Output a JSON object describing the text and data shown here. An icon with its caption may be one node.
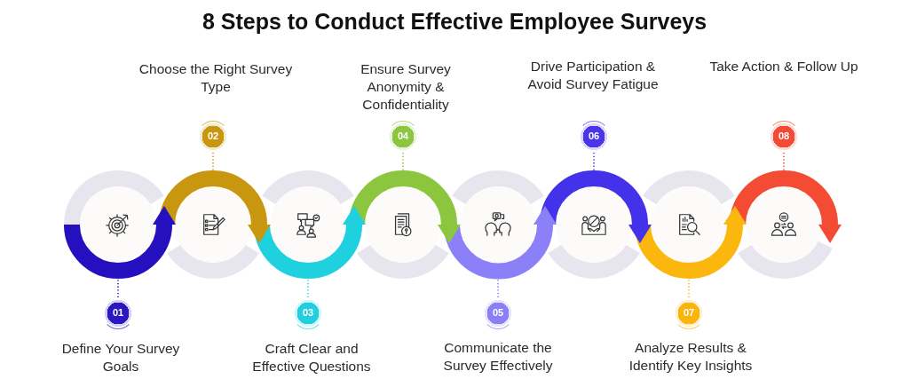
{
  "diagram": {
    "title": "8 Steps to Conduct Effective Employee Surveys",
    "nodes": [
      {
        "text": [],
        "shape": "circle"
      },
      {
        "text": [],
        "shape": "circle"
      },
      {
        "text": [],
        "shape": "circle"
      },
      {
        "text": [],
        "shape": "circle"
      },
      {
        "text": [],
        "shape": "circle"
      },
      {
        "text": [],
        "shape": "circle"
      },
      {
        "text": [],
        "shape": "circle"
      },
      {
        "text": [],
        "shape": "circle"
      },
      {
        "text": [
          "01"
        ],
        "beside": [
          "Define Your Survey Goals"
        ]
      },
      {
        "text": [
          "02"
        ],
        "beside": [
          "Choose the Right Survey Type"
        ]
      },
      {
        "text": [
          "03"
        ],
        "beside": [
          "Craft Clear and Effective Questions"
        ]
      },
      {
        "text": [
          "04"
        ],
        "beside": [
          "Ensure Survey Anonymity & Confidentiality"
        ]
      },
      {
        "text": [
          "05"
        ],
        "beside": [
          "Communicate the Survey Effectively"
        ]
      },
      {
        "text": [
          "06"
        ],
        "beside": [
          "Drive Participation & Avoid Survey Fatigue"
        ]
      },
      {
        "text": [
          "07"
        ],
        "beside": [
          "Analyze Results & Identify Key Insights"
        ]
      },
      {
        "text": [
          "08"
        ],
        "beside": [
          "Take Action & Follow Up"
        ]
      }
    ],
    "edges": [
      {
        "from": 0,
        "to": 1,
        "arrow": "to",
        "style": "thick",
        "color": "#2510c0"
      },
      {
        "from": 1,
        "to": 2,
        "arrow": "to",
        "style": "thick",
        "color": "#c9960f"
      },
      {
        "from": 2,
        "to": 3,
        "arrow": "to",
        "style": "thick",
        "color": "#1fd0df"
      },
      {
        "from": 3,
        "to": 4,
        "arrow": "to",
        "style": "thick",
        "color": "#8cc63f"
      },
      {
        "from": 4,
        "to": 5,
        "arrow": "to",
        "style": "thick",
        "color": "#8b80f8"
      },
      {
        "from": 5,
        "to": 6,
        "arrow": "to",
        "style": "thick",
        "color": "#4431ea"
      },
      {
        "from": 6,
        "to": 7,
        "arrow": "to",
        "style": "thick",
        "color": "#fbb70d"
      },
      {
        "from": 7,
        "to": 7,
        "arrow": "to",
        "style": "thick",
        "color": "#f44b35"
      },
      {
        "from": 8,
        "to": 0,
        "arrow": "none",
        "style": "dashed",
        "color": "#2a17c2"
      },
      {
        "from": 9,
        "to": 1,
        "arrow": "none",
        "style": "dashed",
        "color": "#c9960f"
      },
      {
        "from": 10,
        "to": 2,
        "arrow": "none",
        "style": "dashed",
        "color": "#22cfe0"
      },
      {
        "from": 11,
        "to": 3,
        "arrow": "none",
        "style": "dashed",
        "color": "#8cc640"
      },
      {
        "from": 12,
        "to": 4,
        "arrow": "none",
        "style": "dashed",
        "color": "#8a7ff5"
      },
      {
        "from": 13,
        "to": 5,
        "arrow": "none",
        "style": "dashed",
        "color": "#4a36e8"
      },
      {
        "from": 14,
        "to": 6,
        "arrow": "none",
        "style": "dashed",
        "color": "#f9b50c"
      },
      {
        "from": 15,
        "to": 7,
        "arrow": "none",
        "style": "dashed",
        "color": "#f34a33"
      }
    ]
  }
}
